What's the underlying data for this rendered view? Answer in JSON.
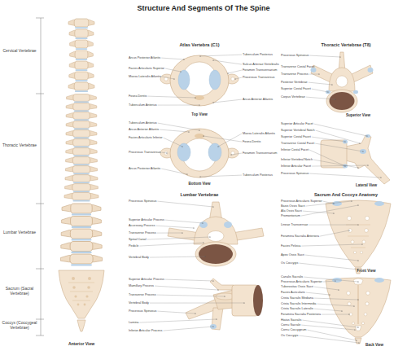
{
  "diagram": {
    "title": "Structure And Segments Of The Spine",
    "labels": [
      "Cervical Vertebrae",
      "Thoracic Vertebrae",
      "Lumbar Vertebrae",
      "Sacrum (Sacral Vertebrae)",
      "Coccyx (Coccygeal Vertebrae)",
      "Anterior View",
      "Atlas Vertebra (C1)",
      "Arcus Posterior Atlantis",
      "Facies Articularis Superior",
      "Massa Lateralis Atlantis",
      "Fovea Dentis",
      "Tuberculum Anterius",
      "Tuberculum Posterius",
      "Sulcus Arteriae Vertebralis",
      "Foramen Transversarium",
      "Processus Transversus",
      "Arcus Anterior Atlantis",
      "Top View",
      "Tuberculum Anterius",
      "Arcus Anterior Atlantis",
      "Facies Articularis Inferior",
      "Processus Transversus",
      "Arcus Posterior Atlantis",
      "Massa Lateralis Atlantis",
      "Fovea Dentis",
      "Foramen Transversarium",
      "Tuberculum Posterius",
      "Bottom View",
      "Lumbar Vertebrae",
      "Processus Spinosus",
      "Superior Articular Process",
      "Accessory Process",
      "Transverse Process",
      "Spinal Canal",
      "Pedicle",
      "Vertebral Body",
      "Superior Articular Process",
      "Mamillary Process",
      "Transverse Process",
      "Vertebral Body",
      "Processus Spinosus",
      "Lamina",
      "Inferior Articular Process",
      "Thoracic Vertebrae (T8)",
      "Processus Spinosus",
      "Transverse Costal Facet",
      "Transverse Process",
      "Posterior Vertebrae",
      "Superior Costal Facet",
      "Corpus Vertebrae",
      "Superior View",
      "Superior Articular Facet",
      "Superior Vertebral Notch",
      "Superior Costal Facet",
      "Transverse Costal Facet",
      "Inferior Costal Facet",
      "Inferior Vertebral Notch",
      "Inferior Articular Facet",
      "Processus Spinosus",
      "Lateral View",
      "Sacrum And Coccyx Anatomy",
      "Processus Articularis Superior",
      "Basis Ossis Sacri",
      "Ala Ossis Sacri",
      "Promontorium",
      "Lineae Transversae",
      "Foramina Sacralia Anteriora",
      "Facies Pelvica",
      "Apex Ossis Sacri",
      "Os Coccygis",
      "Front View",
      "Canalis Sacralis",
      "Processus Articularis Superior",
      "Tuberositas Ossis Sacri",
      "Facies Auricularis",
      "Crista Sacralis Mediana",
      "Crista Sacralis Intermedia",
      "Crista Sacralis Lateralis",
      "Foramina Sacralia Posteriora",
      "Hiatus Sacralis",
      "Cornu Sacrale",
      "Cornu Coccygeum",
      "Os Coccygis",
      "Back View"
    ]
  }
}
